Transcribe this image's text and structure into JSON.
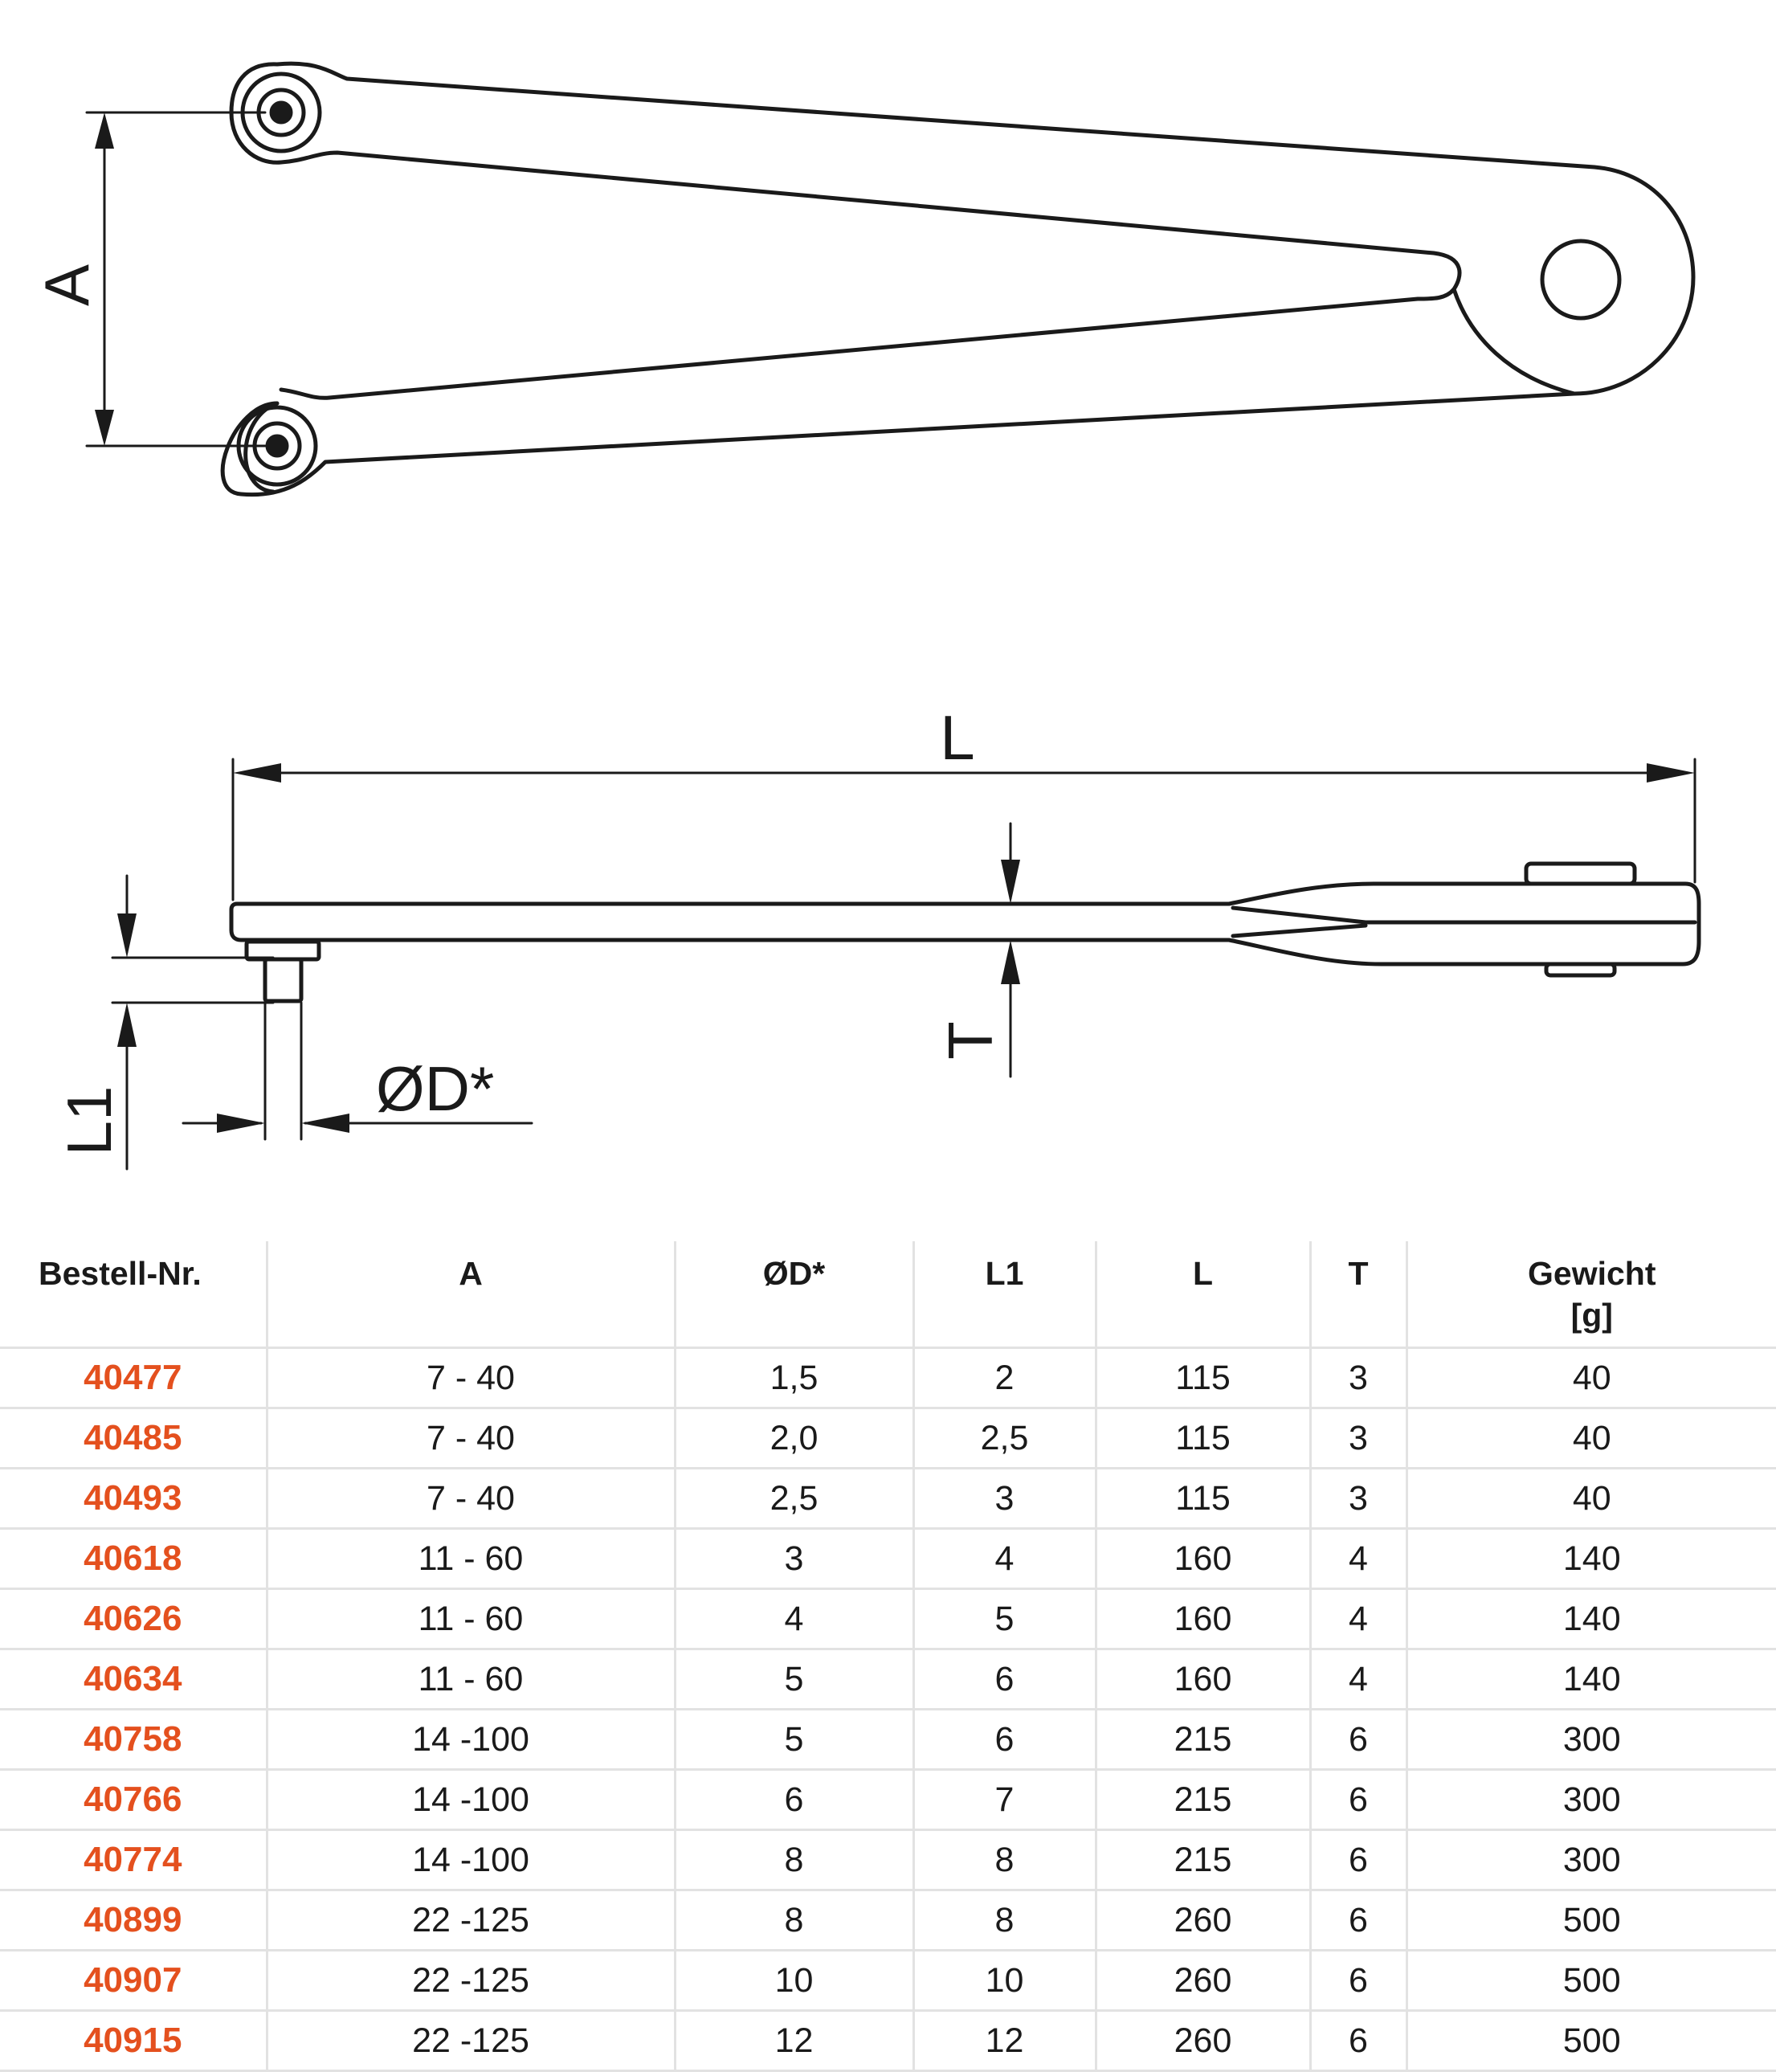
{
  "drawing": {
    "labels": {
      "a": "A",
      "l": "L",
      "t": "T",
      "l1": "L1",
      "d": "ØD*"
    },
    "stroke_color": "#1a1a1a"
  },
  "table": {
    "headers": {
      "order_no": "Bestell-Nr.",
      "a": "A",
      "d": "ØD*",
      "l1": "L1",
      "l": "L",
      "t": "T",
      "weight_line1": "Gewicht",
      "weight_line2": "[g]"
    },
    "accent_color": "#e4501e",
    "rows": [
      {
        "order_no": "40477",
        "a": "7 - 40",
        "d": "1,5",
        "l1": "2",
        "l": "115",
        "t": "3",
        "weight": "40"
      },
      {
        "order_no": "40485",
        "a": "7 - 40",
        "d": "2,0",
        "l1": "2,5",
        "l": "115",
        "t": "3",
        "weight": "40"
      },
      {
        "order_no": "40493",
        "a": "7 - 40",
        "d": "2,5",
        "l1": "3",
        "l": "115",
        "t": "3",
        "weight": "40"
      },
      {
        "order_no": "40618",
        "a": "11 - 60",
        "d": "3",
        "l1": "4",
        "l": "160",
        "t": "4",
        "weight": "140"
      },
      {
        "order_no": "40626",
        "a": "11 - 60",
        "d": "4",
        "l1": "5",
        "l": "160",
        "t": "4",
        "weight": "140"
      },
      {
        "order_no": "40634",
        "a": "11 - 60",
        "d": "5",
        "l1": "6",
        "l": "160",
        "t": "4",
        "weight": "140"
      },
      {
        "order_no": "40758",
        "a": "14 -100",
        "d": "5",
        "l1": "6",
        "l": "215",
        "t": "6",
        "weight": "300"
      },
      {
        "order_no": "40766",
        "a": "14 -100",
        "d": "6",
        "l1": "7",
        "l": "215",
        "t": "6",
        "weight": "300"
      },
      {
        "order_no": "40774",
        "a": "14 -100",
        "d": "8",
        "l1": "8",
        "l": "215",
        "t": "6",
        "weight": "300"
      },
      {
        "order_no": "40899",
        "a": "22 -125",
        "d": "8",
        "l1": "8",
        "l": "260",
        "t": "6",
        "weight": "500"
      },
      {
        "order_no": "40907",
        "a": "22 -125",
        "d": "10",
        "l1": "10",
        "l": "260",
        "t": "6",
        "weight": "500"
      },
      {
        "order_no": "40915",
        "a": "22 -125",
        "d": "12",
        "l1": "12",
        "l": "260",
        "t": "6",
        "weight": "500"
      }
    ]
  }
}
